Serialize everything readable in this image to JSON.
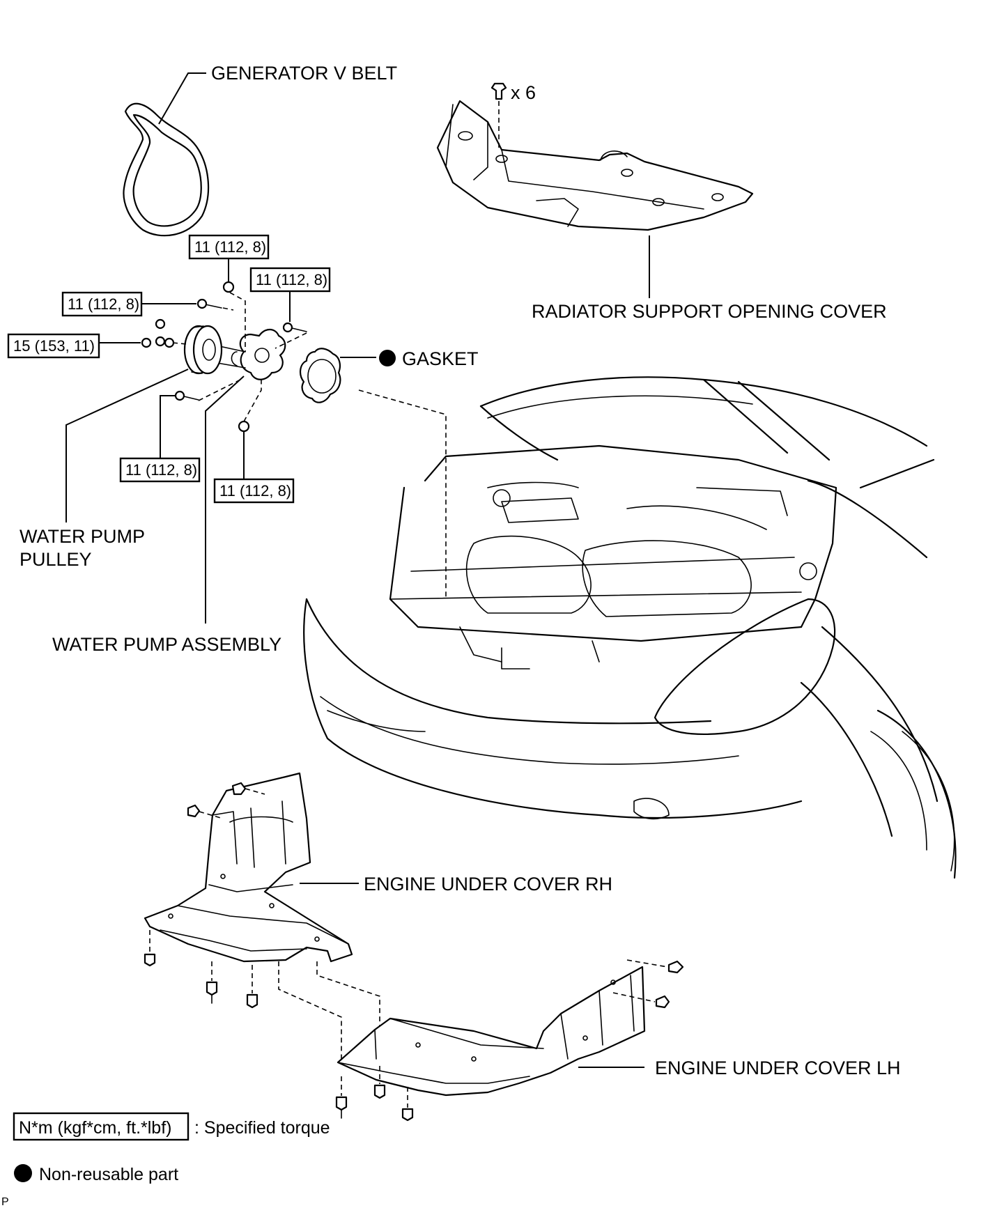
{
  "labels": {
    "generator_v_belt": "GENERATOR V BELT",
    "radiator_support_opening_cover": "RADIATOR SUPPORT OPENING COVER",
    "clip_quantity": "x 6",
    "gasket": "GASKET",
    "water_pump_pulley_line1": "WATER PUMP",
    "water_pump_pulley_line2": "PULLEY",
    "water_pump_assembly": "WATER PUMP ASSEMBLY",
    "engine_under_cover_rh": "ENGINE UNDER COVER RH",
    "engine_under_cover_lh": "ENGINE UNDER COVER LH",
    "corner_mark": "P"
  },
  "torques": {
    "top": "11 (112, 8)",
    "top_right": "11 (112, 8)",
    "left_upper": "11 (112, 8)",
    "left_pulley": "15 (153, 11)",
    "lower_left": "11 (112, 8)",
    "lower_right": "11 (112, 8)"
  },
  "legend": {
    "torque_unit": "N*m (kgf*cm, ft.*lbf)",
    "torque_desc": ": Specified torque",
    "nonreusable_desc": "Non-reusable part"
  },
  "colors": {
    "ink": "#000000",
    "paper": "#ffffff"
  }
}
